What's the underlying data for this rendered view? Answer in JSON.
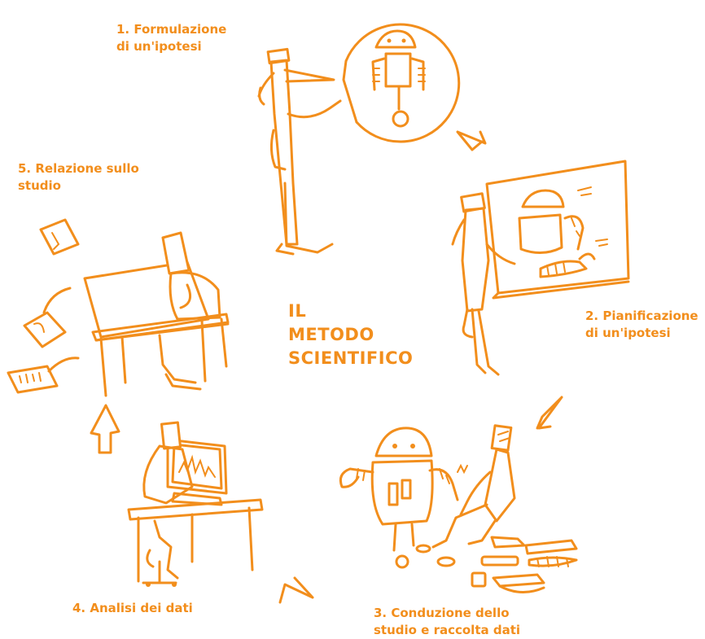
{
  "accent_color": "#f28e1c",
  "title": {
    "line1": "IL",
    "line2": "METODO",
    "line3": "SCIENTIFICO"
  },
  "steps": [
    {
      "line1": "1. Formulazione",
      "line2": "di un'ipotesi"
    },
    {
      "line1": "2. Pianificazione",
      "line2": "di un'ipotesi"
    },
    {
      "line1": "3. Conduzione dello",
      "line2": "studio e raccolta dati"
    },
    {
      "line1": "4. Analisi dei dati",
      "line2": ""
    },
    {
      "line1": "5. Relazione sullo",
      "line2": "studio"
    }
  ],
  "icons": [
    "speaking-person-icon",
    "robot-thought-bubble-icon",
    "person-at-whiteboard-icon",
    "robot-assembly-icon",
    "person-at-computer-icon",
    "person-writing-report-icon",
    "cycle-arrow-icon"
  ]
}
